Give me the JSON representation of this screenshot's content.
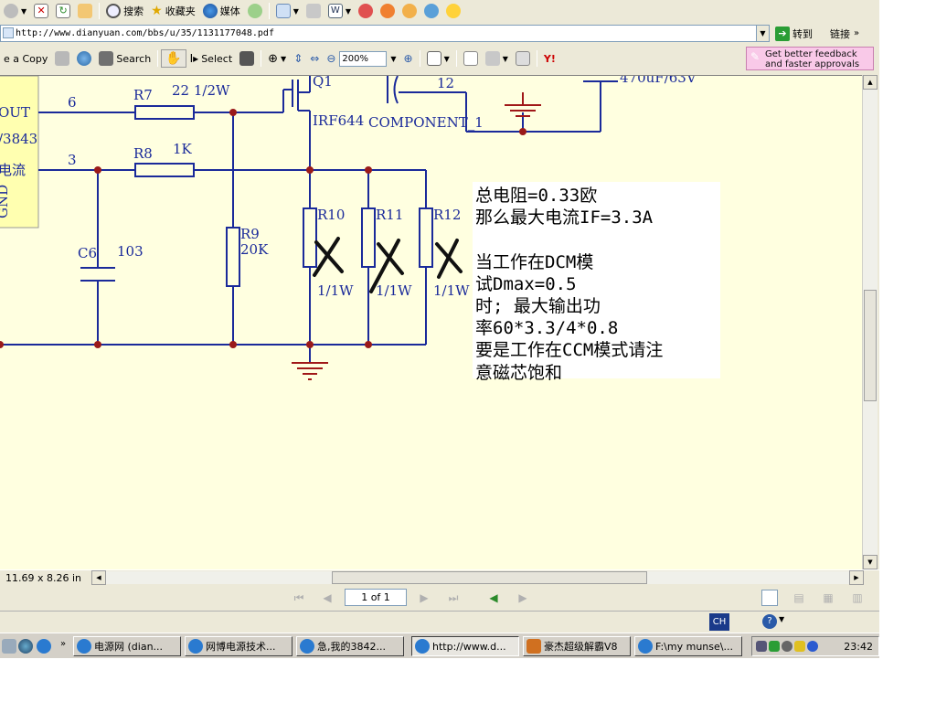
{
  "menubar": {
    "search_label": "搜索",
    "favorites_label": "收藏夹",
    "media_label": "媒体"
  },
  "address": {
    "url": "http://www.dianyuan.com/bbs/u/35/1131177048.pdf",
    "go_label": "转到",
    "links_label": "链接"
  },
  "pdf_toolbar": {
    "save_copy_label": "e a Copy",
    "search_label": "Search",
    "select_label": "Select",
    "zoom_value": "200%",
    "ad_line1": "Get better feedback",
    "ad_line2": "and faster approvals"
  },
  "schematic": {
    "ic_labels": [
      "OUT",
      "/3843",
      "电流",
      "GND"
    ],
    "pins": [
      "6",
      "3",
      "12"
    ],
    "r7": {
      "ref": "R7",
      "value": "22 1/2W"
    },
    "r8": {
      "ref": "R8",
      "value": "1K"
    },
    "r9": {
      "ref": "R9",
      "value": "20K"
    },
    "r10": {
      "ref": "R10",
      "power": "1/1W"
    },
    "r11": {
      "ref": "R11",
      "power": "1/1W"
    },
    "r12": {
      "ref": "R12",
      "power": "1/1W"
    },
    "c6": {
      "ref": "C6",
      "value": "103"
    },
    "q1": {
      "ref": "Q1",
      "part": "IRF644"
    },
    "component_label": "COMPONENT_1",
    "cap_value": "470uF/63V"
  },
  "note": {
    "lines": [
      "总电阻=0.33欧",
      "那么最大电流IF=3.3A",
      "",
      "当工作在DCM模",
      "试Dmax=0.5",
      "时; 最大输出功",
      "率60*3.3/4*0.8",
      "要是工作在CCM模式请注",
      "意磁芯饱和"
    ]
  },
  "status": {
    "page_size": "11.69 x 8.26 in",
    "page_indicator": "1 of 1"
  },
  "taskbar": {
    "tasks": [
      {
        "label": "电源网 (dian..."
      },
      {
        "label": "网博电源技术..."
      },
      {
        "label": "急,我的3842..."
      },
      {
        "label": "http://www.d..."
      },
      {
        "label": "豪杰超级解霸V8"
      },
      {
        "label": "F:\\my munse\\..."
      }
    ],
    "ime": "CH",
    "clock": "23:42"
  },
  "colors": {
    "wire": "#1a2a9a",
    "junction": "#9a1a1a",
    "ground": "#a01818",
    "doc_bg": "#ffffe0",
    "ic_fill": "#ffffb0"
  }
}
